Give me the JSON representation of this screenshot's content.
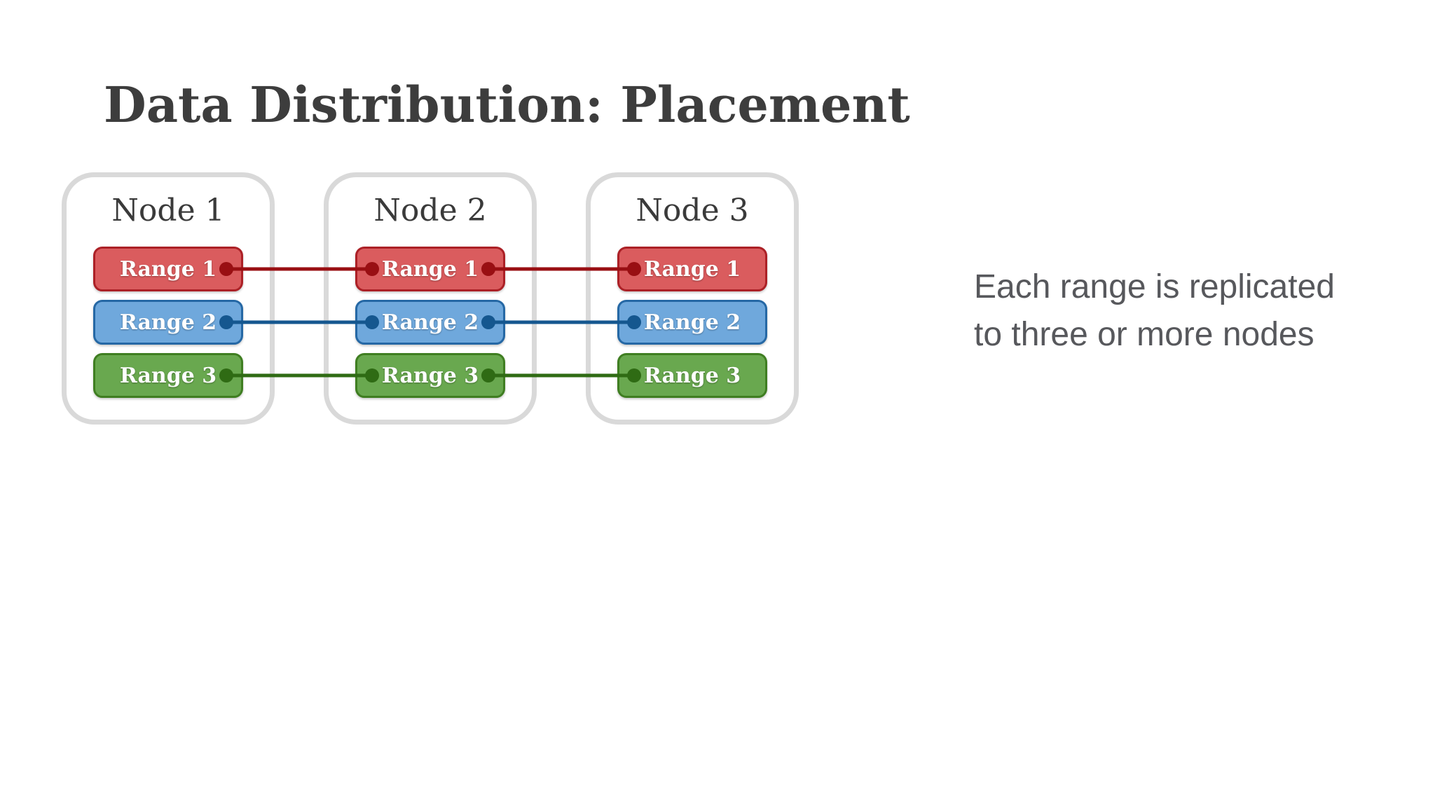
{
  "slide": {
    "title": "Data Distribution: Placement",
    "annotation": {
      "line1": "Each range is replicated",
      "line2": "to three or more nodes"
    }
  },
  "nodes": [
    {
      "name": "Node 1",
      "ranges": [
        {
          "label": "Range 1",
          "scheme": "red"
        },
        {
          "label": "Range 2",
          "scheme": "blue"
        },
        {
          "label": "Range 3",
          "scheme": "green"
        }
      ]
    },
    {
      "name": "Node 2",
      "ranges": [
        {
          "label": "Range 1",
          "scheme": "red"
        },
        {
          "label": "Range 2",
          "scheme": "blue"
        },
        {
          "label": "Range 3",
          "scheme": "green"
        }
      ]
    },
    {
      "name": "Node 3",
      "ranges": [
        {
          "label": "Range 1",
          "scheme": "red"
        },
        {
          "label": "Range 2",
          "scheme": "blue"
        },
        {
          "label": "Range 3",
          "scheme": "green"
        }
      ]
    }
  ],
  "schemes": {
    "red": {
      "fill": "#DA5C5E",
      "border": "#AC2026",
      "accent": "#990F13"
    },
    "blue": {
      "fill": "#6FA8DC",
      "border": "#2568A5",
      "accent": "#15578F"
    },
    "green": {
      "fill": "#69A84F",
      "border": "#3F7E21",
      "accent": "#2F6B14"
    }
  },
  "chrome": {
    "background": "#FFFFFF",
    "node_border": "#D9D9D9",
    "title_color": "#3D3D3D",
    "node_title_color": "#3A3A3A",
    "annotation_color": "#57585C"
  }
}
